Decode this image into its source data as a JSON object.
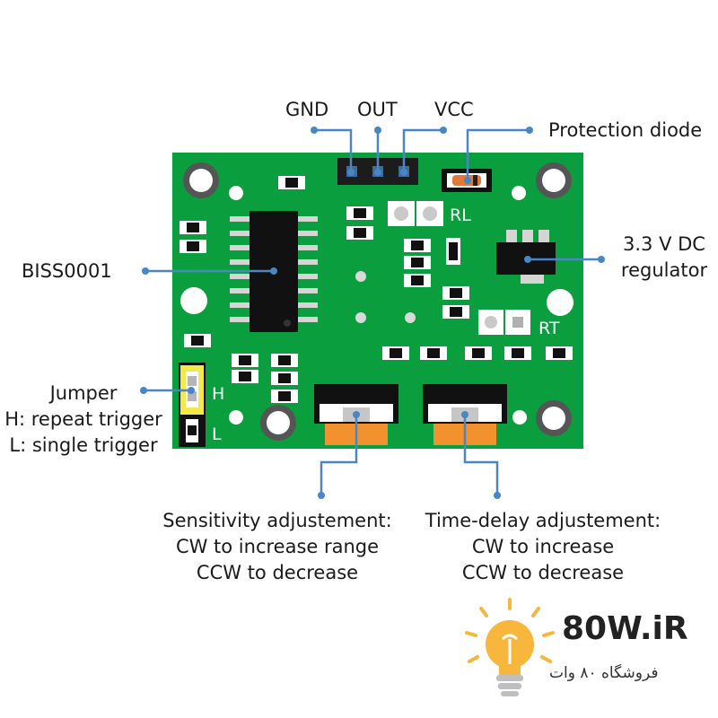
{
  "pins": {
    "gnd": "GND",
    "out": "OUT",
    "vcc": "VCC"
  },
  "labels": {
    "protection_diode": "Protection diode",
    "regulator_line1": "3.3 V DC",
    "regulator_line2": "regulator",
    "biss": "BISS0001",
    "jumper_line1": "Jumper",
    "jumper_line2": "H: repeat trigger",
    "jumper_line3": "L: single trigger",
    "sens_line1": "Sensitivity adjustement:",
    "sens_line2": "CW to increase range",
    "sens_line3": "CCW to decrease",
    "time_line1": "Time-delay adjustement:",
    "time_line2": "CW to increase",
    "time_line3": "CCW to decrease"
  },
  "board_marks": {
    "rl": "RL",
    "rt": "RT",
    "h": "H",
    "l": "L"
  },
  "brand": {
    "name": "80W.iR",
    "subtitle": "فروشگاه ۸۰ وات"
  },
  "colors": {
    "board": "#0b9e3f",
    "leader": "#4a86c5",
    "pot_orange": "#f2922f",
    "jumper_yellow": "#f4e94a",
    "bulb": "#f6b73c"
  }
}
